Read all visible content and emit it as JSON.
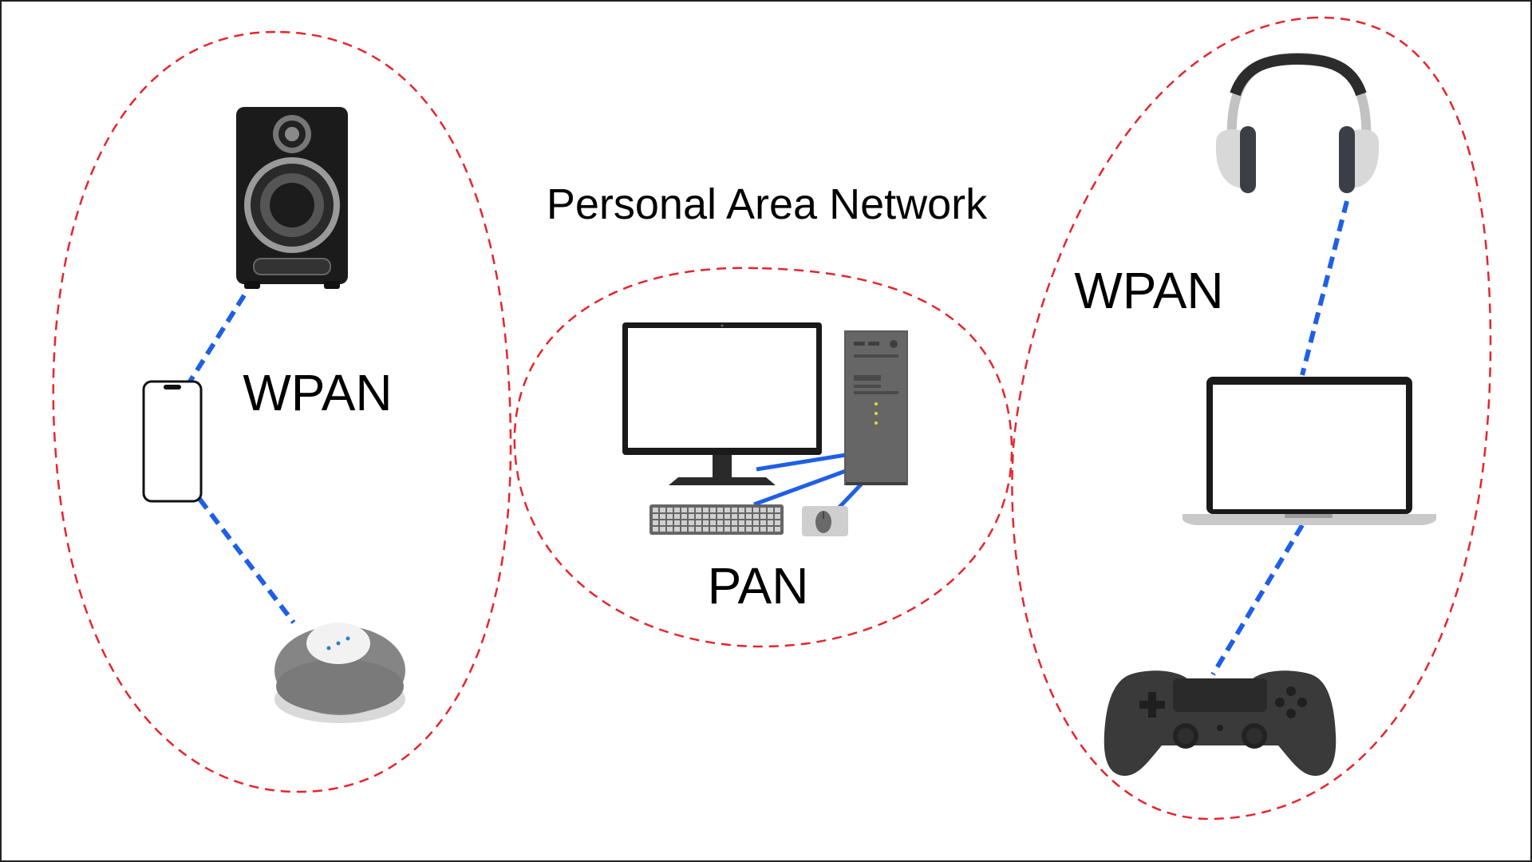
{
  "title": "Personal Area Network",
  "labels": {
    "left_zone": "WPAN",
    "center_zone": "PAN",
    "right_zone": "WPAN"
  },
  "zones": [
    {
      "name": "left-zone",
      "devices": [
        "speaker-icon",
        "smartphone-icon",
        "smart-speaker-icon"
      ],
      "link": "wireless"
    },
    {
      "name": "center-zone",
      "devices": [
        "monitor-icon",
        "pc-tower-icon",
        "keyboard-icon",
        "mouse-icon"
      ],
      "link": "wired"
    },
    {
      "name": "right-zone",
      "devices": [
        "headphones-icon",
        "laptop-icon",
        "gamepad-icon"
      ],
      "link": "wireless"
    }
  ],
  "colors": {
    "zone_border": "#e8242b",
    "wireless_link": "#1f5fe6",
    "wired_link": "#1f5fe6",
    "frame": "#222222"
  }
}
